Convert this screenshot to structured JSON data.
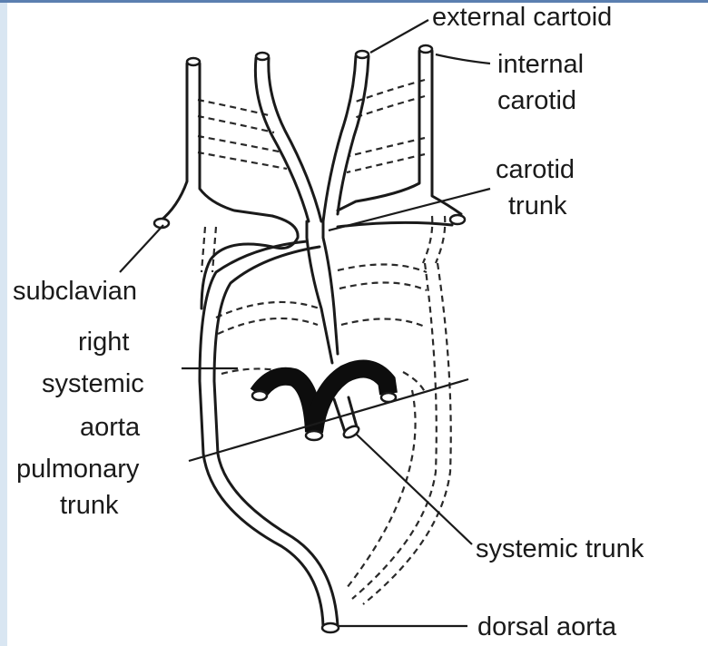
{
  "labels": {
    "external_carotid": "external cartoid",
    "internal_carotid_1": "internal",
    "internal_carotid_2": "carotid",
    "carotid_trunk_1": "carotid",
    "carotid_trunk_2": "trunk",
    "subclavian": "subclavian",
    "right_systemic_1": "right",
    "right_systemic_2": "systemic",
    "right_systemic_3": "aorta",
    "pulmonary_trunk_1": "pulmonary",
    "pulmonary_trunk_2": "trunk",
    "systemic_trunk": "systemic trunk",
    "dorsal_aorta": "dorsal aorta"
  },
  "colors": {
    "ink": "#1a1a1a",
    "frame_left": "#d9e6f2",
    "frame_top": "#5b7fb0"
  }
}
